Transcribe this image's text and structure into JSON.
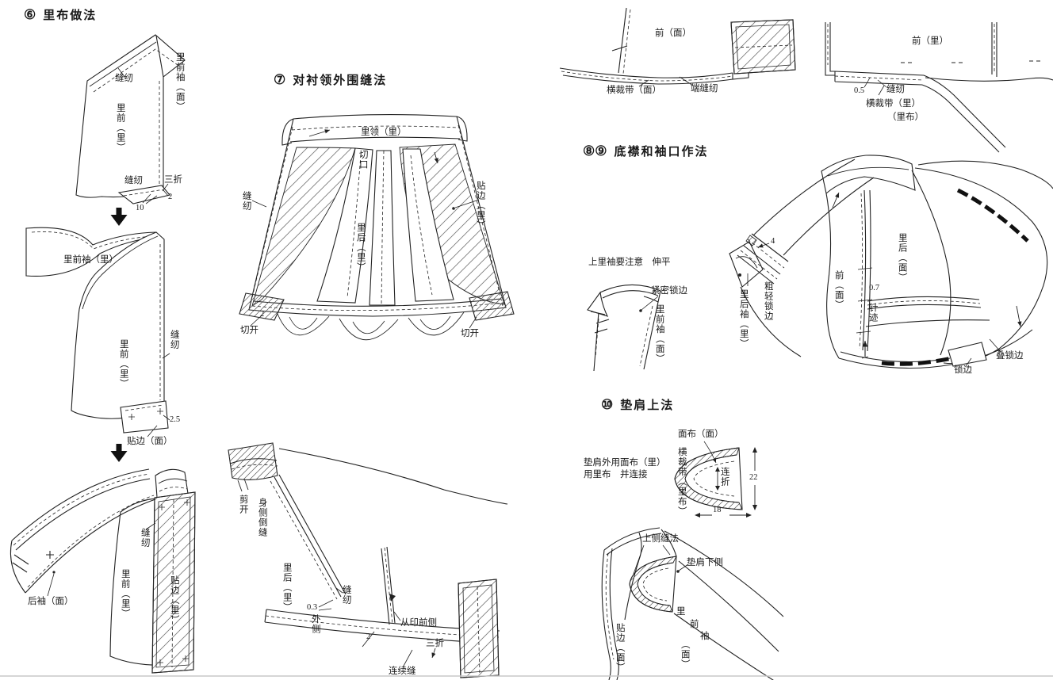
{
  "colors": {
    "ink": "#1a1a1a",
    "paper": "#ffffff"
  },
  "sections": {
    "lining": {
      "badge": "⑥",
      "title": "里布做法"
    },
    "collar": {
      "badge": "⑦",
      "title": "对衬领外围缝法"
    },
    "hem_cuff": {
      "badge": "⑧⑨",
      "title": "底襟和袖口作法"
    },
    "shoulder_pad": {
      "badge": "⑩",
      "title": "垫肩上法"
    }
  },
  "fig_sleeve_front": {
    "sew_top": "缝纫",
    "piece_outer": "里前袖（面）",
    "piece_lining": "里前（里）",
    "sew_hem": "缝纫",
    "three_fold": "三折",
    "dim_10": "10",
    "dim_2": "2"
  },
  "fig_body_join": {
    "sleeve": "里前袖（里）",
    "body": "里前（里）",
    "sew": "缝纫",
    "dim_25": "2.5",
    "facing": "贴边（面）"
  },
  "fig_back_sleeve": {
    "sleeve": "后袖（面）",
    "sew": "缝纫",
    "body": "里前（里）",
    "facing": "贴边（里）"
  },
  "fig_collar": {
    "collar": "里领（里）",
    "slit": "切口",
    "back": "里后（里）",
    "sew": "缝纫",
    "facing": "贴边（里）",
    "cut_left": "切开",
    "cut_right": "切开",
    "dim_2": "2"
  },
  "fig_back_body": {
    "cut": "剪开",
    "side_seam": "身侧倒缝",
    "back": "里后（里）",
    "sew": "缝纫",
    "dim_03": "0.3",
    "outside": "外侧",
    "from_mark": "从印前侧",
    "dim_2": "2",
    "three_fold": "三折",
    "cont_seam": "连续缝"
  },
  "fig_hem_face": {
    "front": "前（面）",
    "band": "横裁带（面）",
    "end_sew": "端缝纫"
  },
  "fig_hem_lining": {
    "front": "前（里）",
    "dim_05": "0.5",
    "sew": "缝纫",
    "band": "横裁带（里）",
    "cloth": "（里布）"
  },
  "fig_cuffs": {
    "note": "上里袖要注意　伸平",
    "dense": "紧密锁边",
    "front_sleeve": "里前袖（面）",
    "back_sleeve": "里后袖（里）",
    "rough": "粗轻锁边"
  },
  "fig_jacket": {
    "front": "前（面）",
    "back": "里后（面）",
    "dim_07": "0.7",
    "stitch": "针迹",
    "dim_4": "4",
    "vert_lock": "叠锁边",
    "lock": "锁边"
  },
  "fig_pad": {
    "face": "面布（面）",
    "note1": "垫肩外用面布（里）",
    "note2": "用里布　并连接",
    "band": "横裁带（里布）",
    "fold": "连折",
    "dim_22": "22",
    "dim_18": "18"
  },
  "fig_pad_attach": {
    "upper": "上侧缝法",
    "pad_under": "垫肩下侧",
    "l1": "里",
    "l2": "前",
    "l3": "袖",
    "l4": "（面）",
    "facing": "贴边（面）"
  }
}
